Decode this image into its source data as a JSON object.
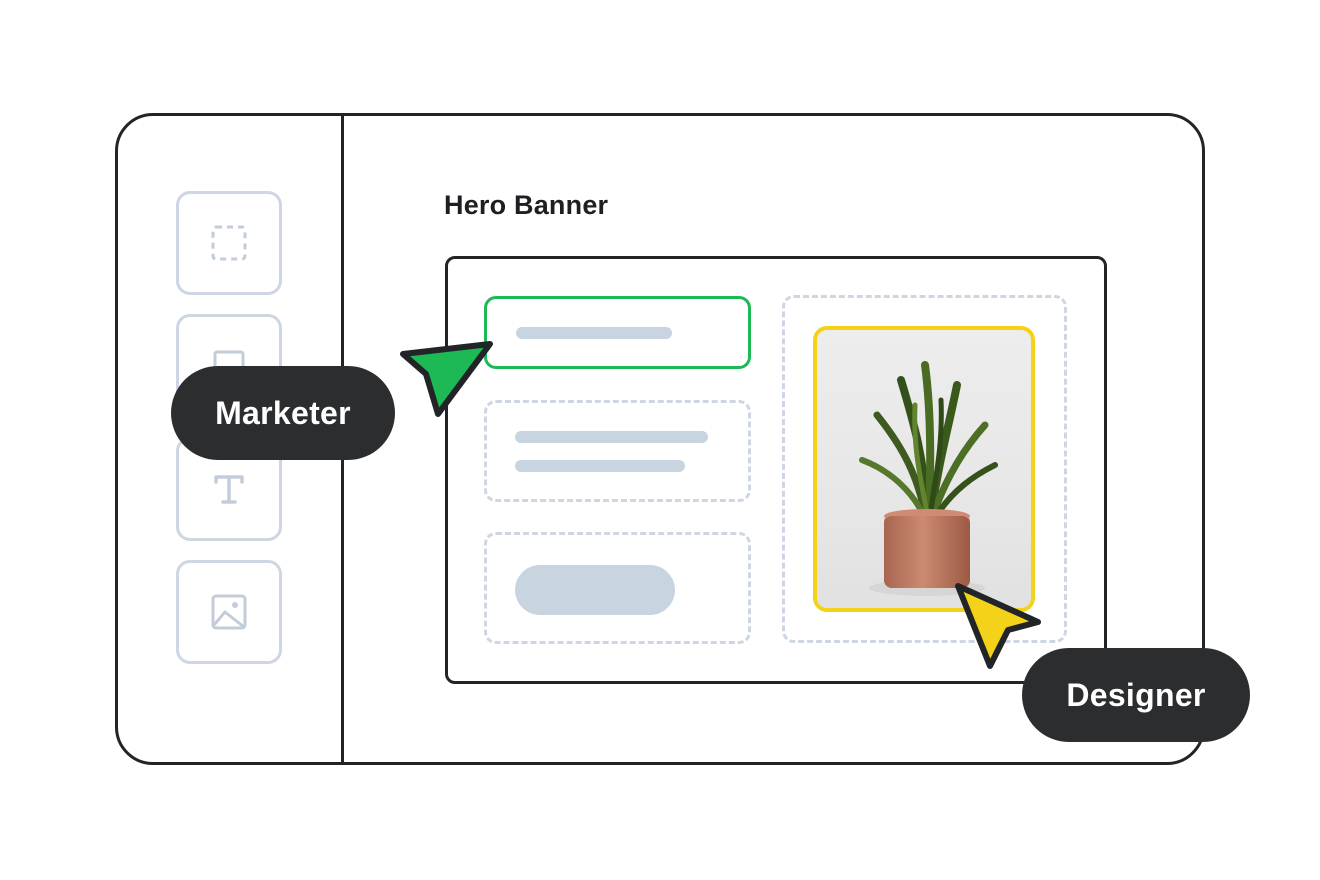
{
  "canvas": {
    "title": "Hero Banner"
  },
  "toolbar": {
    "tools": [
      {
        "name": "container",
        "icon": "dashed-square-icon"
      },
      {
        "name": "shape",
        "icon": "rectangle-icon"
      },
      {
        "name": "text",
        "icon": "text-icon"
      },
      {
        "name": "image",
        "icon": "image-icon"
      }
    ]
  },
  "collaborators": {
    "marketer": {
      "label": "Marketer",
      "cursor_color": "#1db954"
    },
    "designer": {
      "label": "Designer",
      "cursor_color": "#f5d21a"
    }
  },
  "colors": {
    "outline": "#222528",
    "placeholder": "#c8d4e0",
    "tag_bg": "#2b2d2f"
  }
}
